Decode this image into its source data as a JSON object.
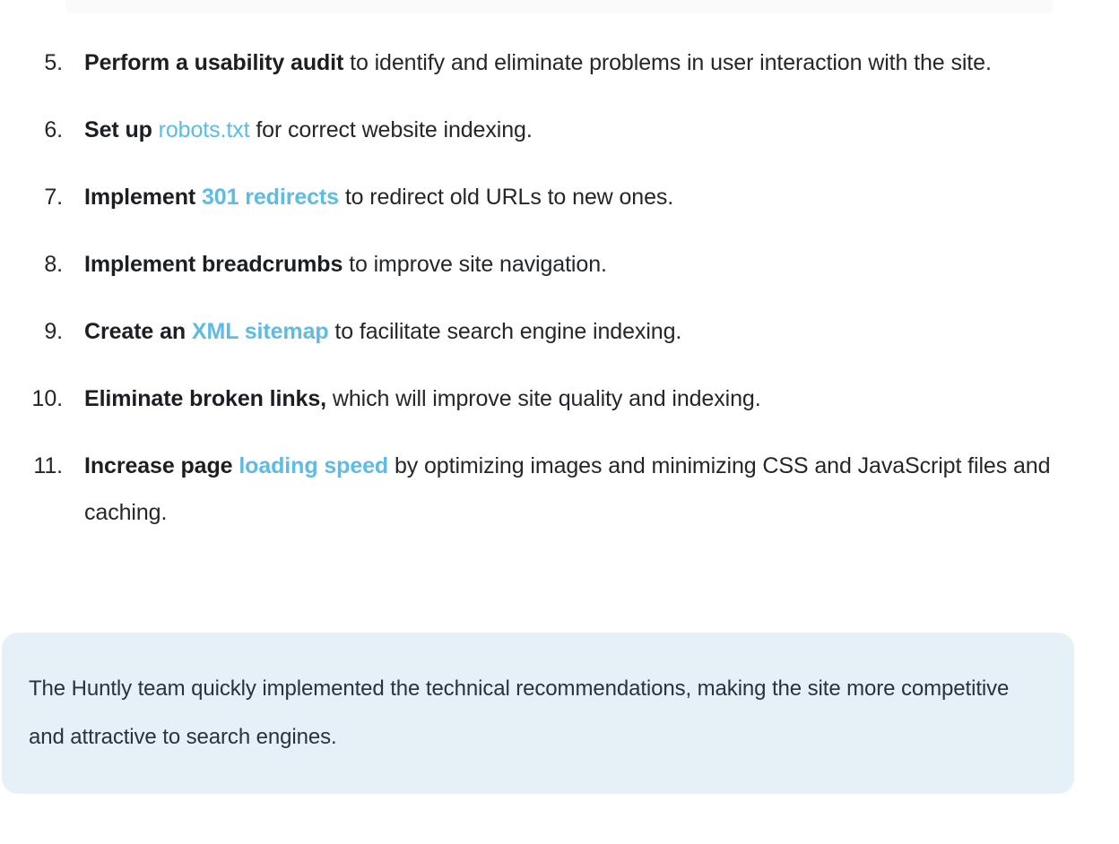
{
  "document": {
    "list_start_number": 5,
    "items": [
      {
        "number": "5.",
        "lead": "Perform a usability audit",
        "rest": " to identify and eliminate problems in user interaction with the site."
      },
      {
        "number": "6.",
        "lead": "Set up ",
        "link": "robots.txt",
        "link_style": "regular",
        "rest": " for correct website indexing."
      },
      {
        "number": "7.",
        "lead": "Implement ",
        "link": "301 redirects",
        "link_style": "bold",
        "rest": " to redirect old URLs to new ones."
      },
      {
        "number": "8.",
        "lead": "Implement breadcrumbs",
        "rest": " to improve site navigation."
      },
      {
        "number": "9.",
        "lead": "Create an ",
        "link": "XML sitemap",
        "link_style": "bold",
        "rest": " to facilitate search engine indexing."
      },
      {
        "number": "10.",
        "lead": "Eliminate broken links,",
        "rest": " which will improve site quality and indexing."
      },
      {
        "number": "11.",
        "lead": "Increase page ",
        "link": "loading speed",
        "link_style": "bold",
        "rest": " by optimizing images and minimizing CSS and JavaScript files and caching."
      }
    ],
    "callout": {
      "text": "The Huntly team quickly implemented the technical recommendations, making the site more competitive and attractive to search engines."
    }
  },
  "colors": {
    "page_background": "#ffffff",
    "body_text": "#23272b",
    "heading_text": "#1b1f23",
    "link_accent": "#5cbce4",
    "callout_background": "#e5f1f7",
    "callout_text": "#29333d"
  }
}
